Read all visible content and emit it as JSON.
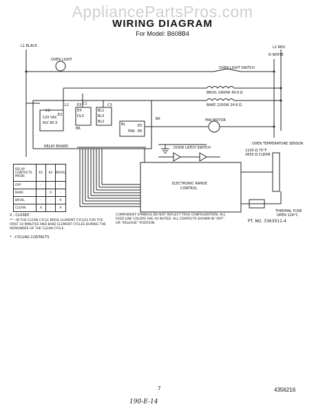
{
  "watermark": "AppliancePartsPros.com",
  "title": "WIRING DIAGRAM",
  "subtitle": "For Model: B608B4",
  "power": {
    "l1": "L1 BLACK",
    "l2": "L2 RED",
    "n": "N WHITE"
  },
  "components": {
    "oven_light": "OVEN LIGHT",
    "oven_light_switch": "OVEN LIGHT SWITCH",
    "broil": "BROIL 2400W 49.6 Ω",
    "bake": "BAKE 2200W 24.8 Ω",
    "fan_motor": "FAN MOTOR",
    "door_latch_switch": "DOOR LATCH SWITCH",
    "sensor_header": "OVEN TEMPERATURE SENSOR",
    "sensor_spec_1": "1100 Ω 75°F",
    "sensor_spec_2": "2650 Ω CLEAN",
    "erc_1": "ELECTRONIC RANGE",
    "erc_2": "CONTROL",
    "thermal_fuse_1": "THERMAL FUSE",
    "thermal_fuse_2": "OPEN 124°C",
    "relay_board": "RELAY BOARD",
    "vac": "120 VAC",
    "rly": "RLY 80.5",
    "fan_lbl": "FAN",
    "bk_lbl": "BK"
  },
  "terminals": [
    "L1",
    "C1",
    "C2",
    "E2",
    "E3",
    "E4",
    "DL3",
    "BL3",
    "BR",
    "BL",
    "E5",
    "E6",
    "C3",
    "BL1",
    "BL2"
  ],
  "relay_table": {
    "header": "RELAY CONTACTS MODE",
    "cols": [
      "K1",
      "K2",
      "BROIL"
    ],
    "rows": [
      {
        "mode": "OFF",
        "marks": [
          "-",
          "-",
          "-"
        ]
      },
      {
        "mode": "BAKE",
        "marks": [
          "",
          "X",
          "-"
        ]
      },
      {
        "mode": "BROIL",
        "marks": [
          "-",
          "-",
          "X"
        ]
      },
      {
        "mode": "CLEAN",
        "marks": [
          "X",
          "-",
          "X"
        ]
      }
    ]
  },
  "legend": {
    "x": "X - CLOSED",
    "cycling": "* - CYCLING CONTACTS",
    "clean_note": "** - IN THE CLEAN CYCLE BROIL ELEMENT CYCLES FOR THE FIRST 10 MINUTES AND BAKE ELEMENT CYCLES DURING THE REMAINDER OF THE CLEAN CYCLE."
  },
  "component_note": "COMPONENT SYMBOLS DO NOT REFLECT TRUE CONFIGURATION. ALL FEED LINE COLORS ARE AS NOTED. ALL CONTACTS SHOWN IN \"OFF\" OR \"RELEASE\" POSITION.",
  "part_no": "PT. NO. 3363011-4",
  "page_number": "7",
  "doc_number": "4356216",
  "handwritten": "190-E-14"
}
